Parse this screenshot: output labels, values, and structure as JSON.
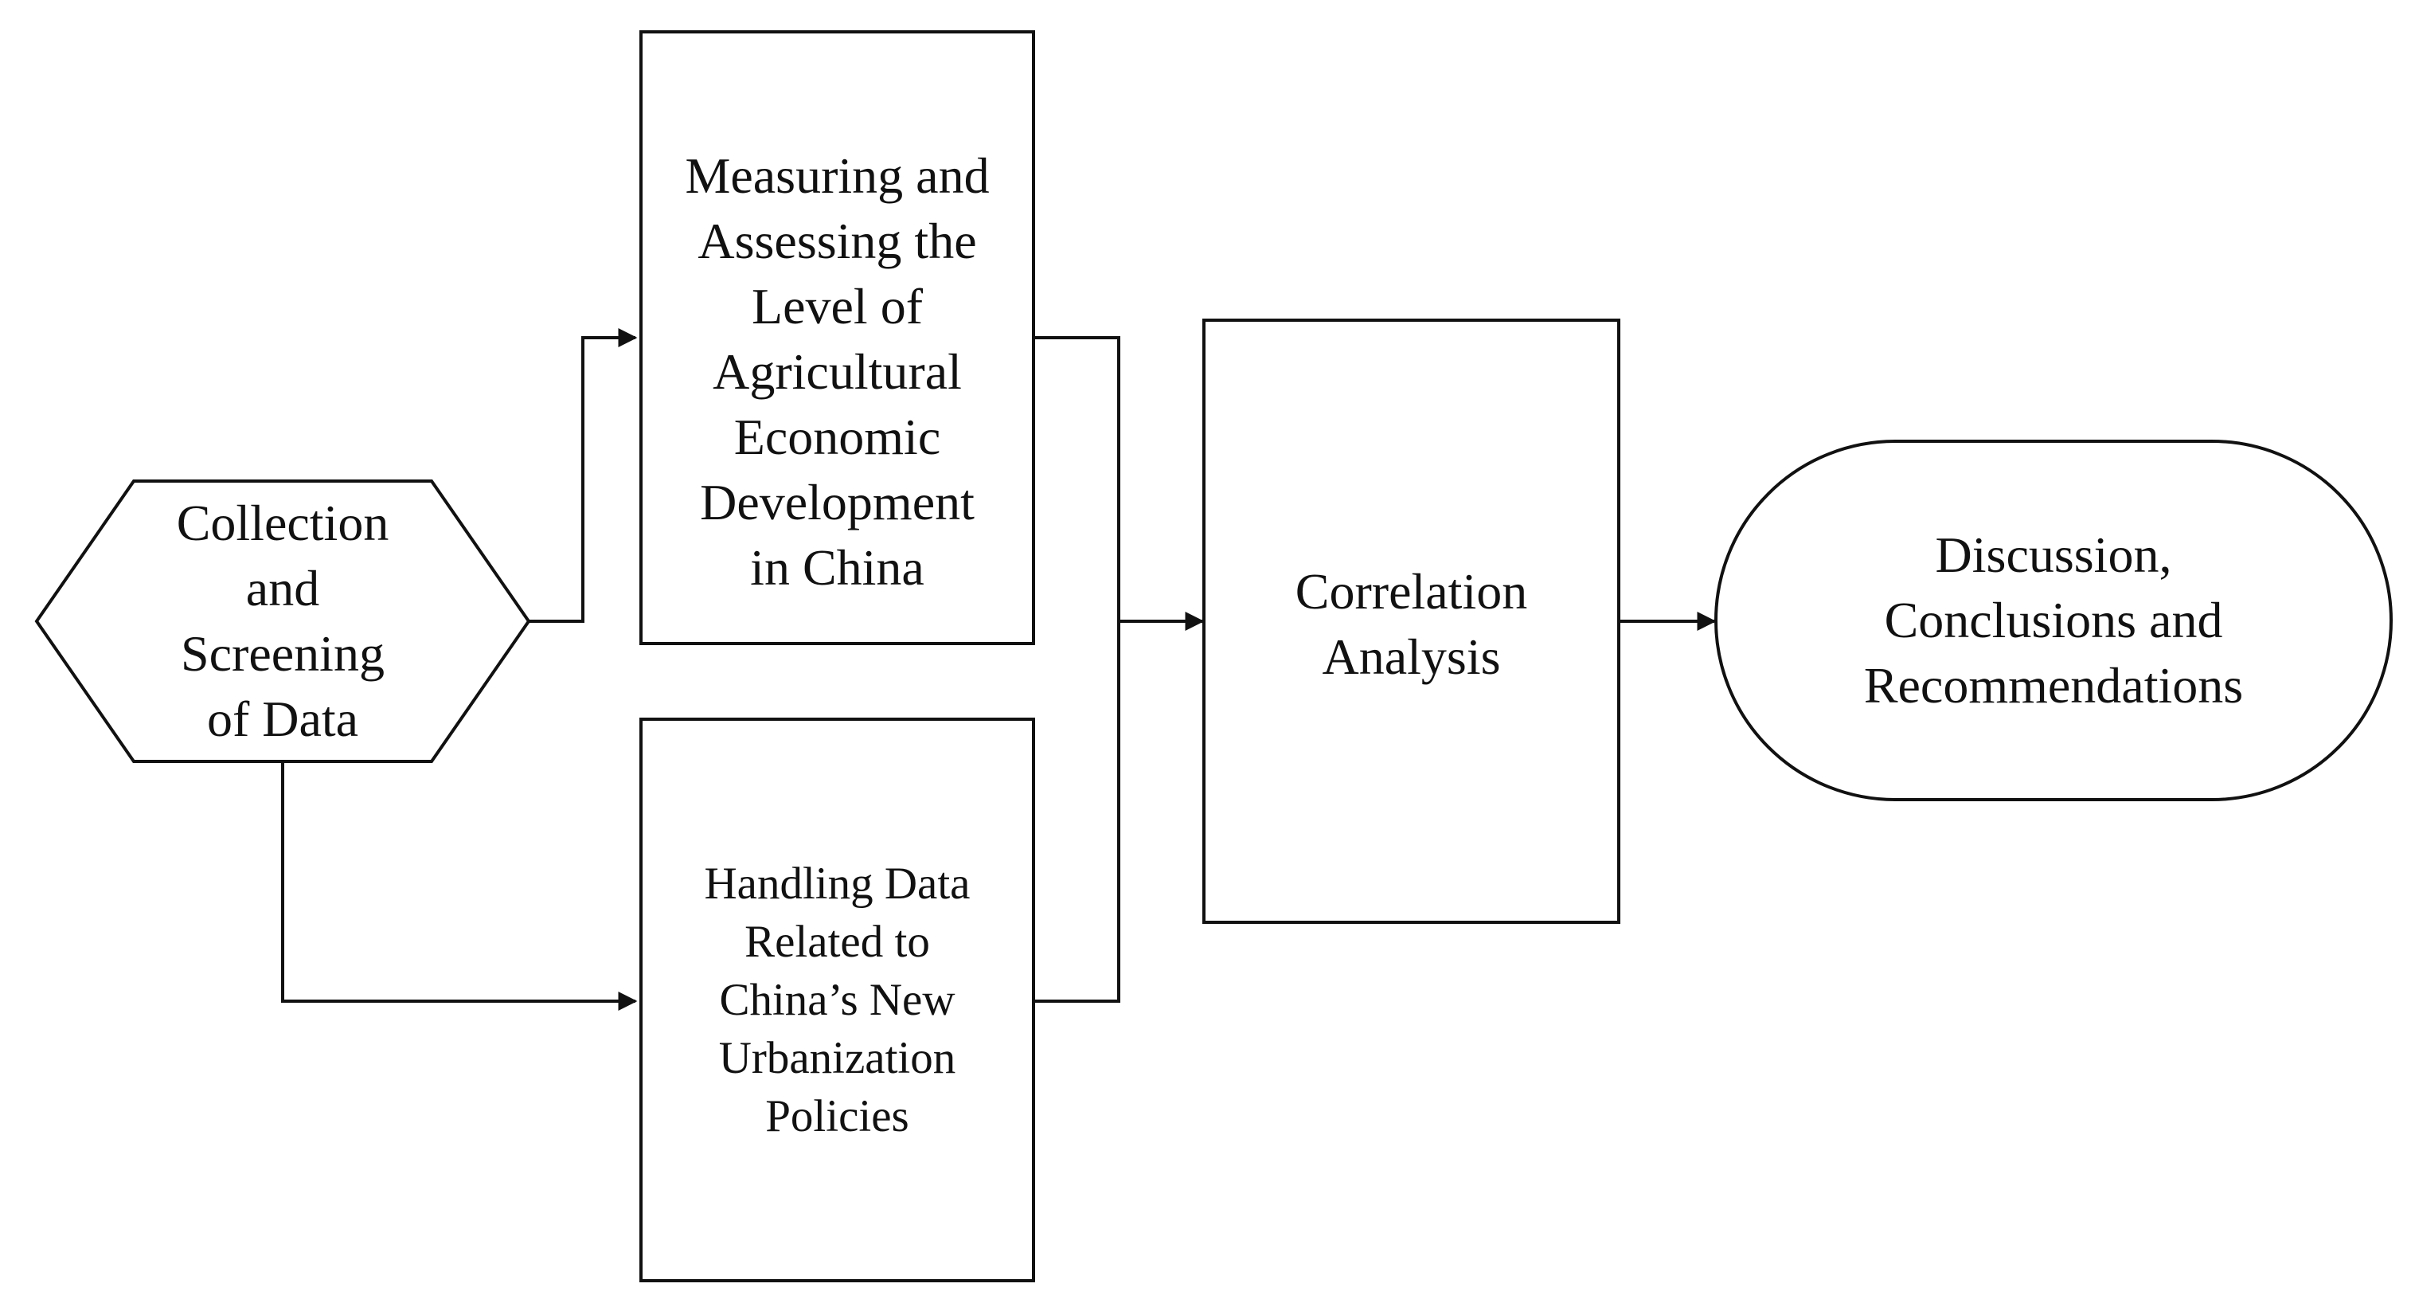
{
  "nodes": {
    "collection": {
      "lines": [
        "Collection",
        "and",
        "Screening",
        "of Data"
      ]
    },
    "measuring": {
      "lines": [
        "Measuring and",
        "Assessing the",
        "Level of",
        "Agricultural",
        "Economic",
        "Development",
        "in China"
      ]
    },
    "handling": {
      "lines": [
        "Handling Data",
        "Related to",
        "China’s New",
        "Urbanization",
        "Policies"
      ]
    },
    "correlation": {
      "lines": [
        "Correlation",
        "Analysis"
      ]
    },
    "discussion": {
      "lines": [
        "Discussion,",
        "Conclusions and",
        "Recommendations"
      ]
    }
  },
  "edges": [
    {
      "from": "collection",
      "to": "measuring"
    },
    {
      "from": "collection",
      "to": "handling"
    },
    {
      "from": "measuring",
      "to": "correlation"
    },
    {
      "from": "handling",
      "to": "correlation"
    },
    {
      "from": "correlation",
      "to": "discussion"
    }
  ],
  "colors": {
    "stroke": "#111111",
    "fill": "#ffffff",
    "text": "#111111"
  }
}
